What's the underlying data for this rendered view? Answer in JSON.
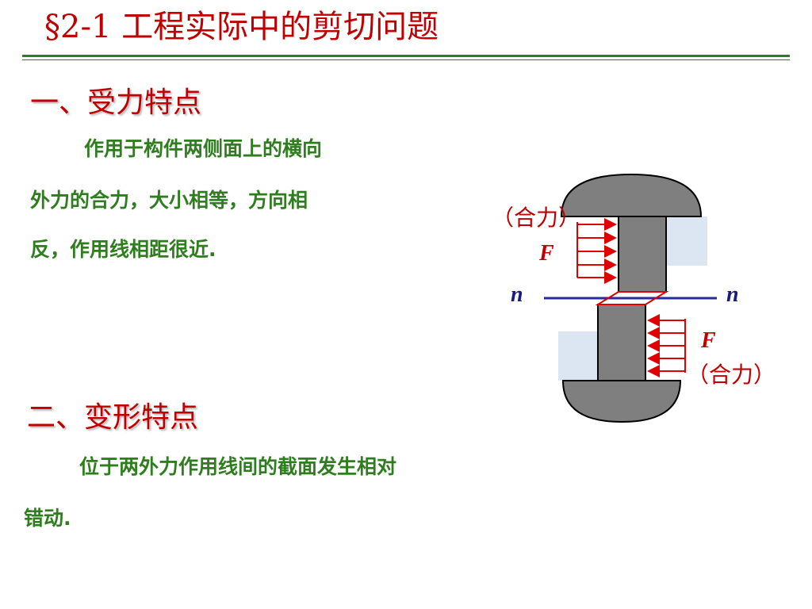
{
  "title": "§2-1 工程实际中的剪切问题",
  "section1": {
    "heading": "一、受力特点",
    "lines": [
      "作用于构件两侧面上的横向",
      "外力的合力，大小相等，方向相",
      "反，作用线相距很近."
    ]
  },
  "section2": {
    "heading": "二、变形特点",
    "lines": [
      "位于两外力作用线间的截面发生相对",
      "错动."
    ]
  },
  "diagram": {
    "top_force_label": "（合力）",
    "top_force_symbol": "F",
    "bottom_force_symbol": "F",
    "bottom_force_label": "（合力）",
    "section_left": "n",
    "section_right": "n",
    "colors": {
      "force": "#e00000",
      "rivet": "#808080",
      "plate": "#dbe6f2",
      "section_line": "#2a2a9a"
    }
  }
}
